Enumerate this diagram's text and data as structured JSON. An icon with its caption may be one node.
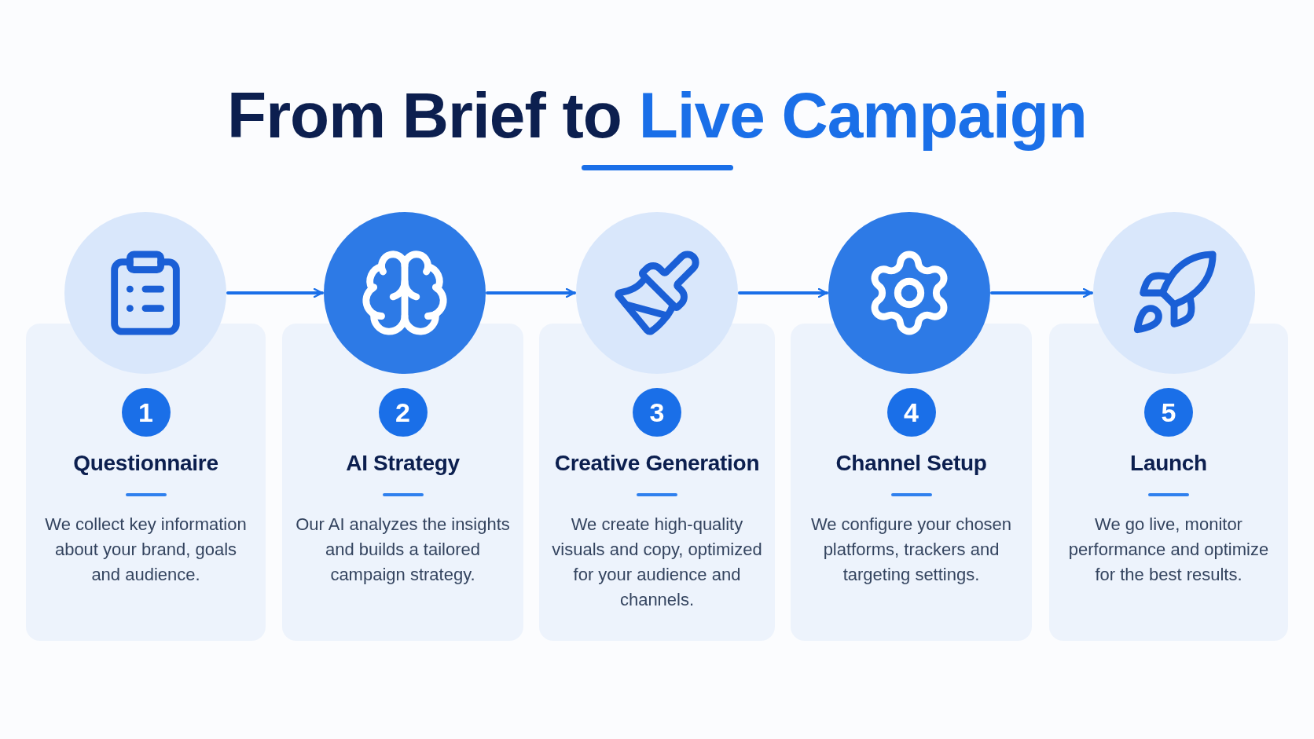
{
  "diagram": {
    "title": "From Brief to **Live Campaign**",
    "nodes": [
      {
        "text": [
          "1",
          "Questionnaire",
          "We collect key information about your brand, goals and audience."
        ]
      },
      {
        "text": [
          "2",
          "AI Strategy",
          "Our AI analyzes the insights and builds a tailored campaign strategy."
        ]
      },
      {
        "text": [
          "3",
          "Creative Generation",
          "We create high-quality visuals and copy, optimized for your audience and channels."
        ]
      },
      {
        "text": [
          "4",
          "Channel Setup",
          "We configure your chosen platforms, trackers and targeting settings."
        ]
      },
      {
        "text": [
          "5",
          "Launch",
          "We go live, monitor performance and optimize for the best results."
        ]
      },
      {
        "text": [],
        "shape": "circle",
        "in": 0
      },
      {
        "text": [],
        "shape": "circle",
        "in": 1
      },
      {
        "text": [],
        "shape": "circle",
        "in": 2
      },
      {
        "text": [],
        "shape": "circle",
        "in": 3
      },
      {
        "text": [],
        "shape": "circle",
        "in": 4
      }
    ],
    "edges": [
      {
        "from": 5,
        "to": 6,
        "arrow": "to"
      },
      {
        "from": 6,
        "to": 7,
        "arrow": "to"
      },
      {
        "from": 7,
        "to": 8,
        "arrow": "to"
      },
      {
        "from": 8,
        "to": 9,
        "arrow": "to"
      }
    ]
  }
}
